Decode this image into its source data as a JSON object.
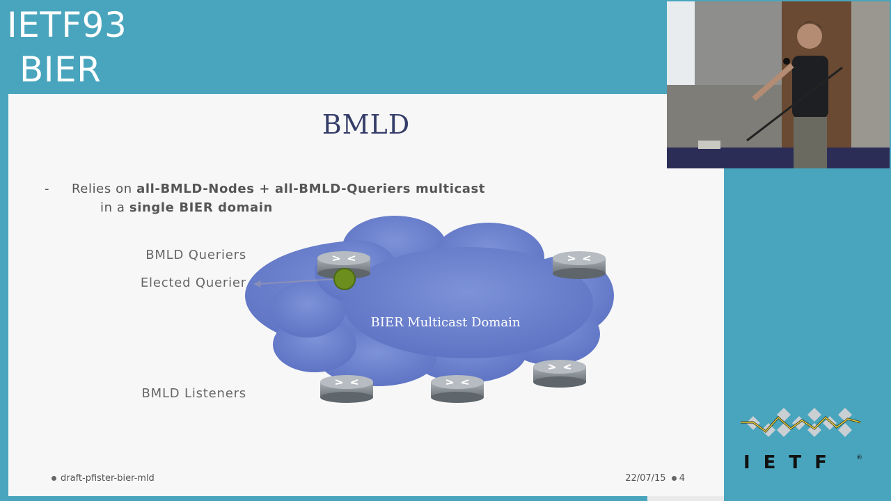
{
  "overlay": {
    "line1": "IETF93",
    "line2": "BIER"
  },
  "slide": {
    "title": "BMLD",
    "bullet_dash": "-",
    "bullet_line1_pre": "Relies on ",
    "bullet_line1_bold": "all-BMLD-Nodes + all-BMLD-Queriers multicast",
    "bullet_line2_pre": "in a ",
    "bullet_line2_bold": "single BIER domain",
    "labels": {
      "queriers": "BMLD Queriers",
      "elected": "Elected Querier",
      "listeners": "BMLD Listeners"
    },
    "cloud_label": "BIER Multicast Domain",
    "footer_left": "draft-pfister-bier-mld",
    "footer_date": "22/07/15",
    "footer_page": "4"
  },
  "logo": {
    "text": "I E T F",
    "mark": "®"
  },
  "colors": {
    "background": "#49a5bd",
    "cloud": "#6f85d0",
    "title": "#343d68",
    "querier_dot": "#6b8e1e"
  }
}
